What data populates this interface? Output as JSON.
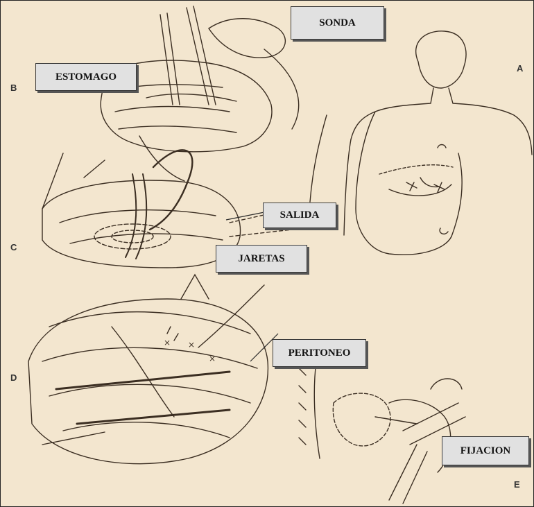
{
  "labels": {
    "sonda": "SONDA",
    "estomago": "ESTOMAGO",
    "salida": "SALIDA",
    "jaretas": "JARETAS",
    "peritoneo": "PERITONEO",
    "fijacion": "FIJACION"
  },
  "figure_letters": {
    "a": "A",
    "b": "B",
    "c": "C",
    "d": "D",
    "e": "E"
  }
}
